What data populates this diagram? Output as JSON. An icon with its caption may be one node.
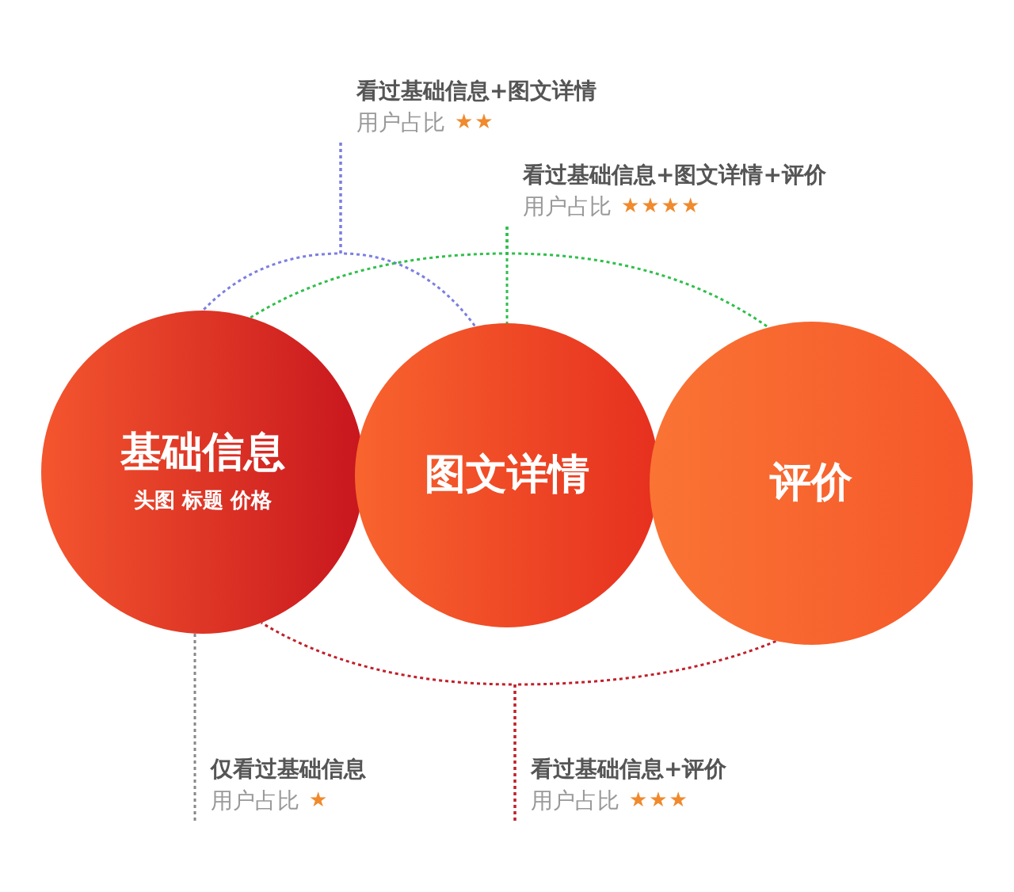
{
  "diagram": {
    "nodes": [
      {
        "text": [
          "看过基础信息+图文详情",
          "用户占比",
          "★★"
        ]
      },
      {
        "text": [
          "看过基础信息+图文详情+评价",
          "用户占比",
          "★★★★"
        ]
      },
      {
        "text": [
          "基础信息",
          "头图 标题 价格"
        ]
      },
      {
        "text": [
          "图文详情"
        ]
      },
      {
        "text": [
          "评价"
        ]
      },
      {
        "text": [
          "仅看过基础信息",
          "用户占比",
          "★"
        ]
      },
      {
        "text": [
          "看过基础信息+评价",
          "用户占比",
          "★★★"
        ]
      }
    ],
    "edges": [
      {
        "from": 0,
        "to": 2,
        "arrow": "none",
        "style": "dashed",
        "color": "#7b7fe0"
      },
      {
        "from": 0,
        "to": 3,
        "arrow": "none",
        "style": "dashed",
        "color": "#7b7fe0"
      },
      {
        "from": 1,
        "to": 2,
        "arrow": "none",
        "style": "dashed",
        "color": "#2fbf4a"
      },
      {
        "from": 1,
        "to": 3,
        "arrow": "none",
        "style": "dashed",
        "color": "#2fbf4a"
      },
      {
        "from": 1,
        "to": 4,
        "arrow": "none",
        "style": "dashed",
        "color": "#2fbf4a"
      },
      {
        "from": 5,
        "to": 2,
        "arrow": "none",
        "style": "dashed",
        "color": "#888888"
      },
      {
        "from": 6,
        "to": 2,
        "arrow": "none",
        "style": "dashed",
        "color": "#c0202a"
      },
      {
        "from": 6,
        "to": 4,
        "arrow": "none",
        "style": "dashed",
        "color": "#c0202a"
      }
    ]
  }
}
